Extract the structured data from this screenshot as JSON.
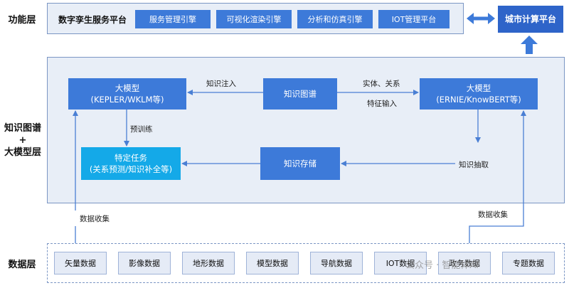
{
  "layers": {
    "function": "功能层",
    "knowledge_line1": "知识图谱",
    "knowledge_plus": "+",
    "knowledge_line2": "大模型层",
    "data": "数据层"
  },
  "function_layer": {
    "platform_title": "数字孪生服务平台",
    "engines": [
      "服务管理引擎",
      "可视化渲染引擎",
      "分析和仿真引擎",
      "IOT管理平台"
    ]
  },
  "city_platform": "城市计算平台",
  "nodes": {
    "left_model_title": "大模型",
    "left_model_sub": "(KEPLER/WKLM等)",
    "kg": "知识图谱",
    "right_model_title": "大模型",
    "right_model_sub": "(ERNIE/KnowBERT等)",
    "task_title": "特定任务",
    "task_sub": "(关系预测/知识补全等)",
    "storage": "知识存储"
  },
  "edge_labels": {
    "inject": "知识注入",
    "entity_relation": "实体、关系",
    "feature_input": "特征输入",
    "pretrain": "预训练",
    "extract": "知识抽取",
    "collect_left": "数据收集",
    "collect_right": "数据收集"
  },
  "data_sources": [
    "矢量数据",
    "影像数据",
    "地形数据",
    "模型数据",
    "导航数据",
    "IOT数据",
    "政务数据",
    "专题数据"
  ],
  "watermark": "公众号 · 智能体AI",
  "colors": {
    "node": "#3d7ad9",
    "task": "#14a9e8",
    "arrow": "#4a7fd4",
    "panel": "#e8eef7"
  }
}
